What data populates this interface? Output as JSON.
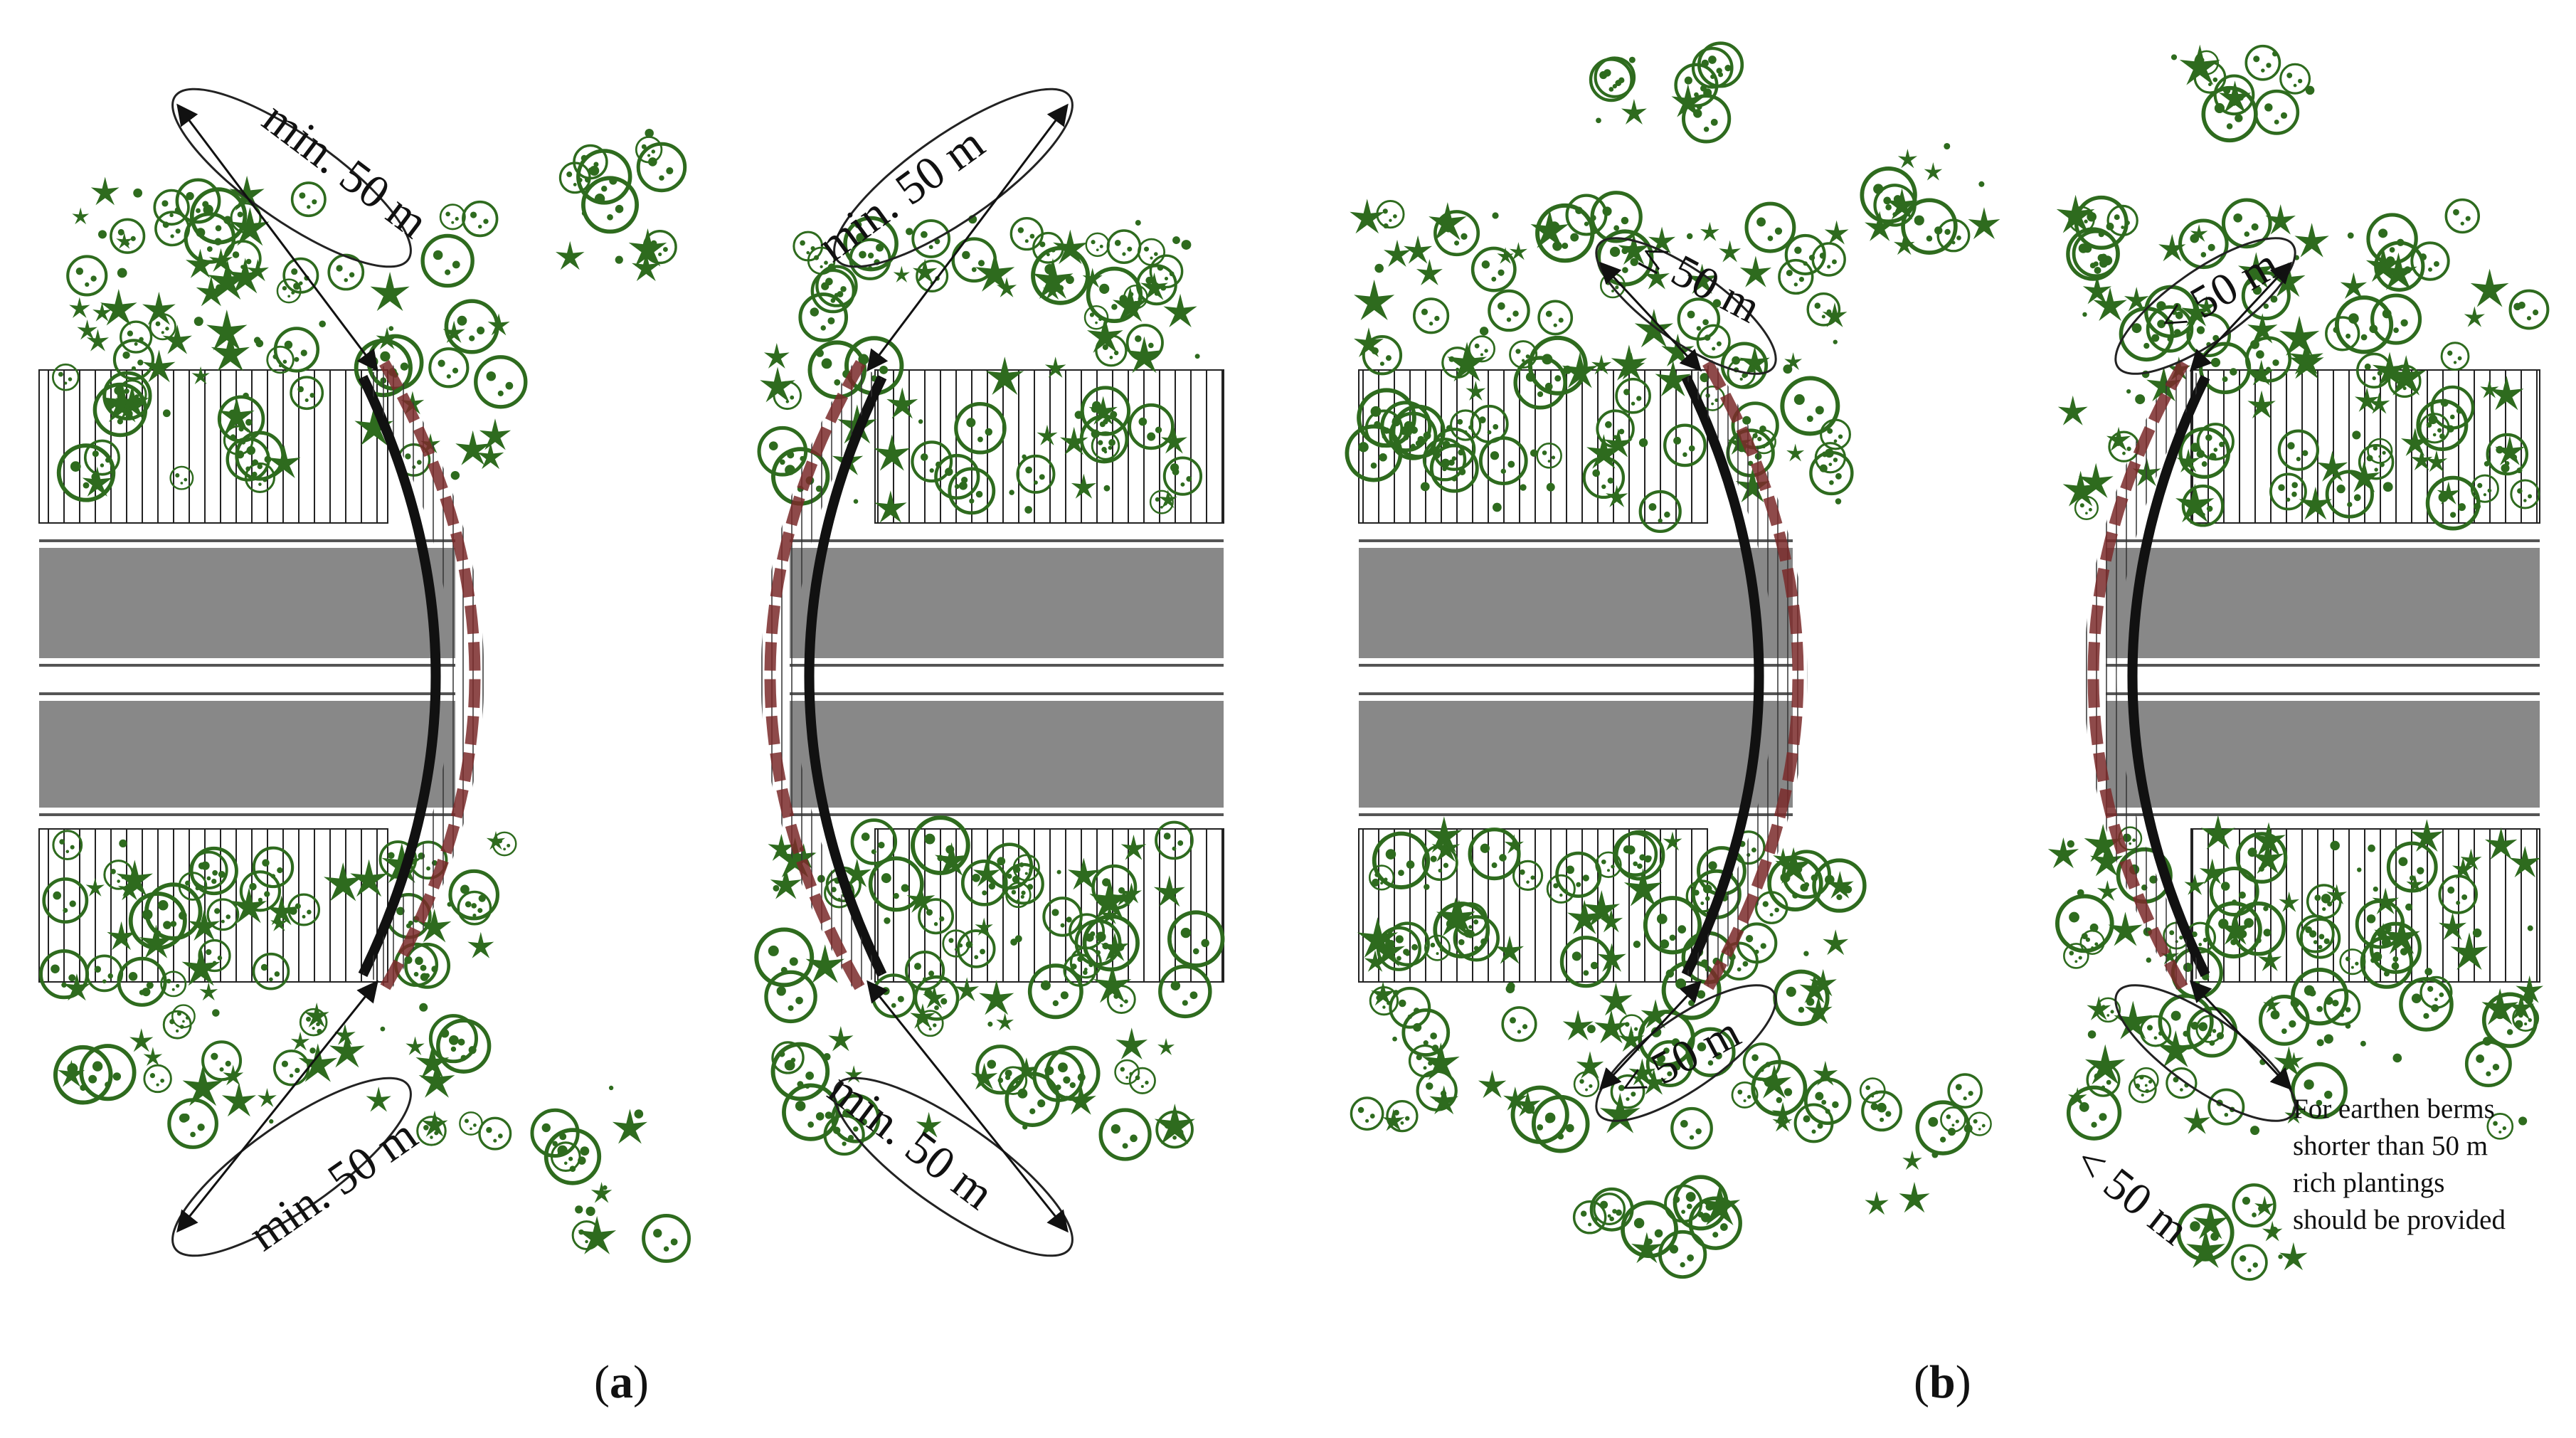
{
  "panels": [
    {
      "id": "a",
      "caption_letter": "a",
      "labels": [
        "min. 50 m",
        "min. 50 m",
        "min. 50 m",
        "min. 50 m"
      ]
    },
    {
      "id": "b",
      "caption_letter": "b",
      "labels": [
        "≤ 50 m",
        "< 50 m",
        "< 50 m",
        "< 50 m"
      ],
      "note": [
        "For earthen berms",
        "shorter than 50 m",
        "rich plantings",
        "should be provided"
      ]
    }
  ],
  "colors": {
    "road": "#888888",
    "vegetation": "#2e6b1e",
    "barrier": "#111111",
    "wall_hatch": "#7a2a2a"
  },
  "icons": [
    "tree-cluster-icon",
    "dimension-arrow-icon"
  ]
}
